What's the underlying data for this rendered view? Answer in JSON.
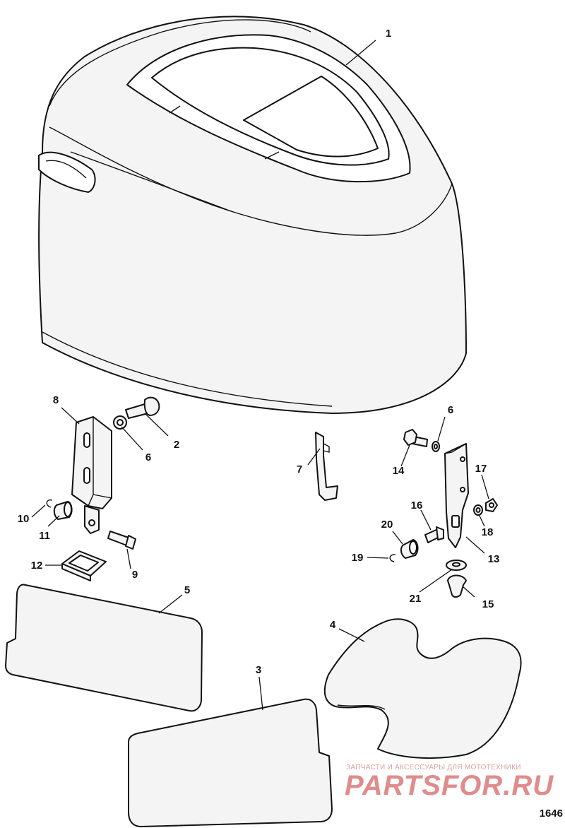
{
  "callouts": {
    "c1": "1",
    "c2": "2",
    "c3": "3",
    "c4": "4",
    "c5": "5",
    "c6a": "6",
    "c6b": "6",
    "c7": "7",
    "c8": "8",
    "c9": "9",
    "c10": "10",
    "c11": "11",
    "c12": "12",
    "c13": "13",
    "c14": "14",
    "c15": "15",
    "c16": "16",
    "c17": "17",
    "c18": "18",
    "c19": "19",
    "c20": "20",
    "c21": "21"
  },
  "figure_number": "1646",
  "watermark": {
    "subtitle": "ЗАПЧАСТИ И АКСЕССУАРЫ ДЛЯ МОТОТЕХНИКИ",
    "brand": "PARTSFOR.RU"
  }
}
